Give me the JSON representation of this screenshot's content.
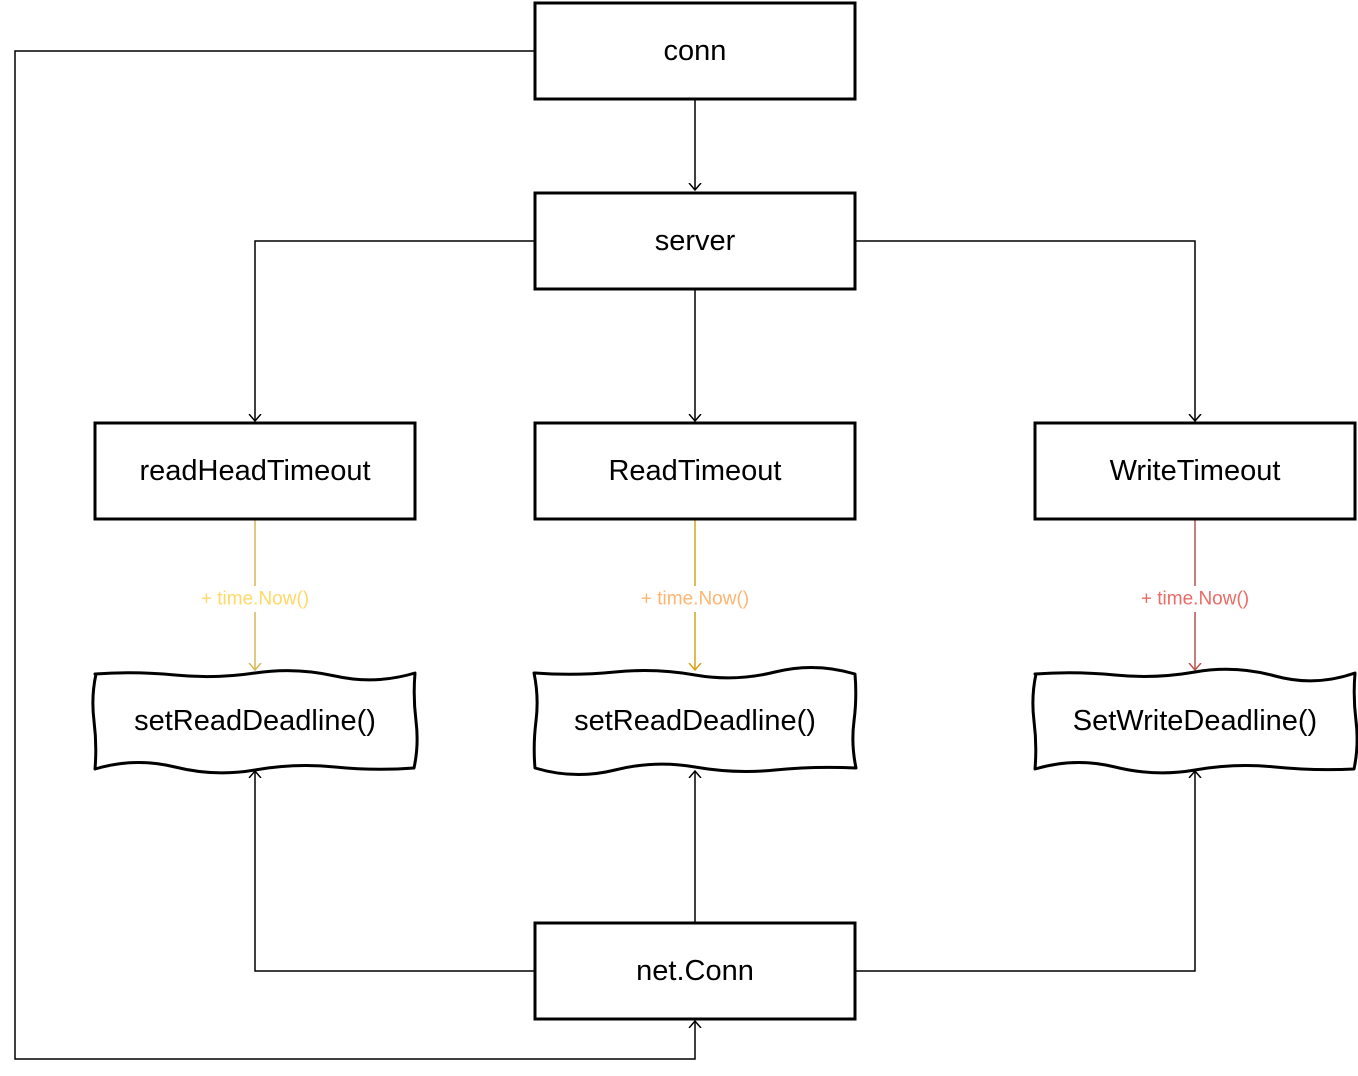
{
  "nodes": {
    "conn": "conn",
    "server": "server",
    "read_head_timeout": "readHeadTimeout",
    "read_timeout": "ReadTimeout",
    "write_timeout": "WriteTimeout",
    "set_read_deadline_1": "setReadDeadline()",
    "set_read_deadline_2": "setReadDeadline()",
    "set_write_deadline": "SetWriteDeadline()",
    "net_conn": "net.Conn"
  },
  "edge_labels": {
    "read_head": "+ time.Now()",
    "read": "+ time.Now()",
    "write": "+ time.Now()"
  },
  "colors": {
    "read_head_line": "#d6b656",
    "read_head_text": "#ffd966",
    "read_line": "#d6a318",
    "read_text": "#ffb570",
    "write_line": "#b85450",
    "write_text": "#ea6b66"
  }
}
